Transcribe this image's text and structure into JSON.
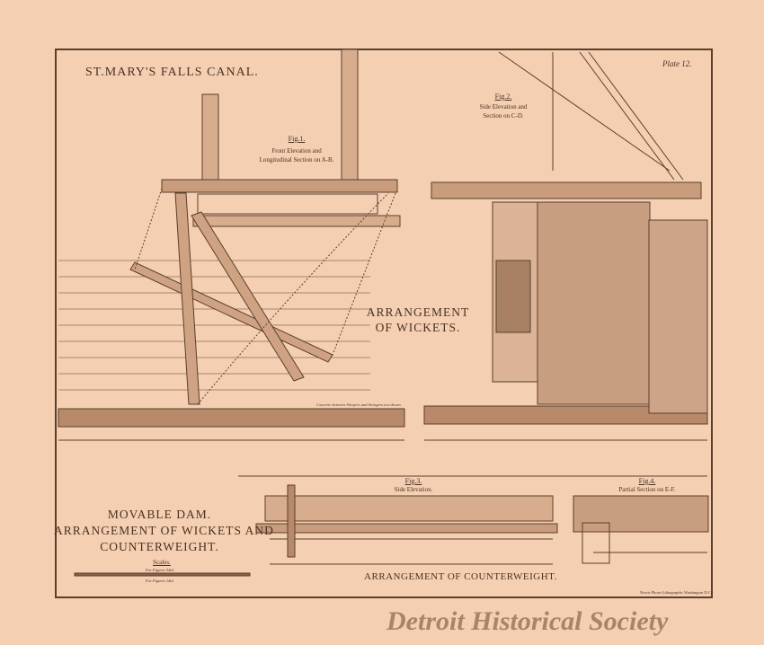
{
  "plate": {
    "title": "ST.MARY'S FALLS CANAL.",
    "plate_number": "Plate 12.",
    "fig1": {
      "label": "Fig.1.",
      "caption_line1": "Front Elevation and",
      "caption_line2": "Longitudinal Section on A-B."
    },
    "fig2": {
      "label": "Fig.2.",
      "caption_line1": "Side Elevation and",
      "caption_line2": "Section on C-D."
    },
    "fig3": {
      "label": "Fig.3.",
      "caption": "Side Elevation."
    },
    "fig4": {
      "label": "Fig.4.",
      "caption": "Partial Section on E-F."
    },
    "arrangement_wickets": [
      "ARRANGEMENT",
      "OF WICKETS."
    ],
    "note": "Concrete between Sleepers and Stringers not shown.",
    "main_title": [
      "MOVABLE DAM.",
      "ARRANGEMENT OF WICKETS AND",
      "COUNTERWEIGHT."
    ],
    "scales": {
      "label": "Scales.",
      "upper": "For Figures 3&4.",
      "lower": "For Figures 1&2."
    },
    "arrangement_counterweight": "ARRANGEMENT OF COUNTERWEIGHT.",
    "printer": "Norris Photo-Lithographic Washington D.C."
  },
  "watermark": "Detroit Historical Society",
  "colors": {
    "paper": "#f4cfb2",
    "ink": "#4a3222"
  }
}
